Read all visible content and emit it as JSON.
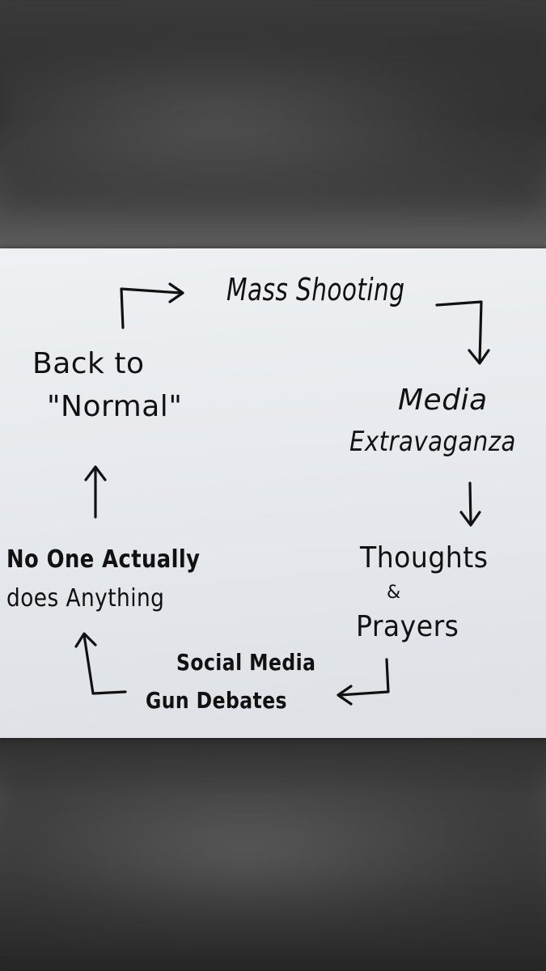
{
  "diagram": {
    "nodes": {
      "mass_shooting": "Mass Shooting",
      "media_line1": "Media",
      "media_line2": "Extravaganza",
      "thoughts_line1": "Thoughts",
      "thoughts_amp": "&",
      "thoughts_line2": "Prayers",
      "social_line1": "Social Media",
      "social_line2": "Gun Debates",
      "noone_line1": "No One Actually",
      "noone_line2": "does Anything",
      "back_line1": "Back to",
      "back_line2": "\"Normal\""
    },
    "colors": {
      "ink": "#111111",
      "paper": "#e6e9ed"
    }
  }
}
